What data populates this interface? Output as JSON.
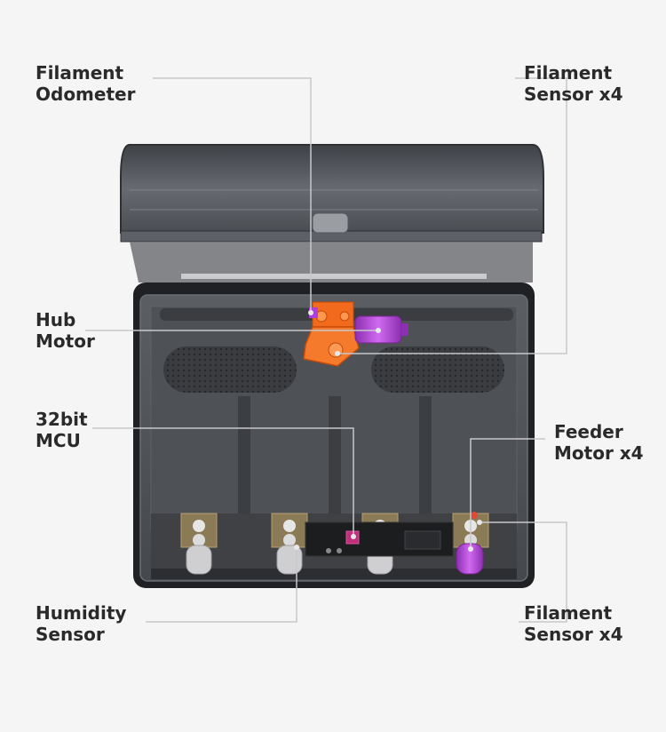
{
  "callouts": {
    "filament_odometer": {
      "line1": "Filament",
      "line2": "Odometer"
    },
    "filament_sensor_top": {
      "line1": "Filament",
      "line2": "Sensor x4"
    },
    "hub_motor": {
      "line1": "Hub",
      "line2": "Motor"
    },
    "mcu": {
      "line1": "32bit",
      "line2": "MCU"
    },
    "feeder_motor": {
      "line1": "Feeder",
      "line2": "Motor x4"
    },
    "humidity_sensor": {
      "line1": "Humidity",
      "line2": "Sensor"
    },
    "filament_sensor_bottom": {
      "line1": "Filament",
      "line2": "Sensor x4"
    }
  },
  "colors": {
    "background": "#f5f5f6",
    "leader_line": "#c8c8cc",
    "hub_orange": "#f26a1b",
    "motor_purple": "#b43fd6",
    "enclosure_dark": "#2b2d31",
    "lid_smoke": "#55585d"
  }
}
